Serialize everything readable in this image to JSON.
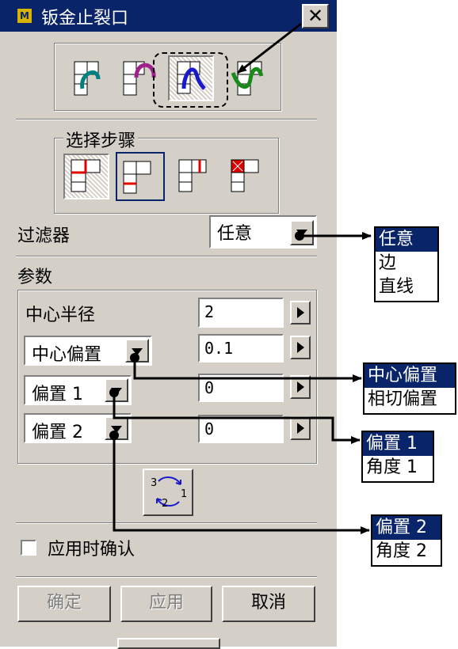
{
  "dialog": {
    "title": "钣金止裂口",
    "title_icon_glyph": "M",
    "close_glyph": "✕"
  },
  "selection_steps": {
    "group_title": "选择步骤"
  },
  "filter": {
    "label": "过滤器",
    "value": "任意",
    "options": [
      "任意",
      "边",
      "直线"
    ],
    "selected_index": 0
  },
  "params": {
    "label": "参数",
    "center_radius": {
      "label": "中心半径",
      "value": "2"
    },
    "center_offset": {
      "type": "中心偏置",
      "value": "0.1",
      "options": [
        "中心偏置",
        "相切偏置"
      ]
    },
    "offset1": {
      "type": "偏置 1",
      "value": "0",
      "options": [
        "偏置 1",
        "角度 1"
      ]
    },
    "offset2": {
      "type": "偏置 2",
      "value": "0",
      "options": [
        "偏置 2",
        "角度 2"
      ]
    },
    "cycle_icon": {
      "n1": "1",
      "n2": "2",
      "n3": "3"
    }
  },
  "confirm_on_apply": {
    "label": "应用时确认",
    "checked": false
  },
  "buttons": {
    "ok": "确定",
    "apply": "应用",
    "cancel": "取消"
  },
  "colors": {
    "titlebar": "#0a246a",
    "face": "#d4d0c8",
    "selection": "#0a246a"
  }
}
